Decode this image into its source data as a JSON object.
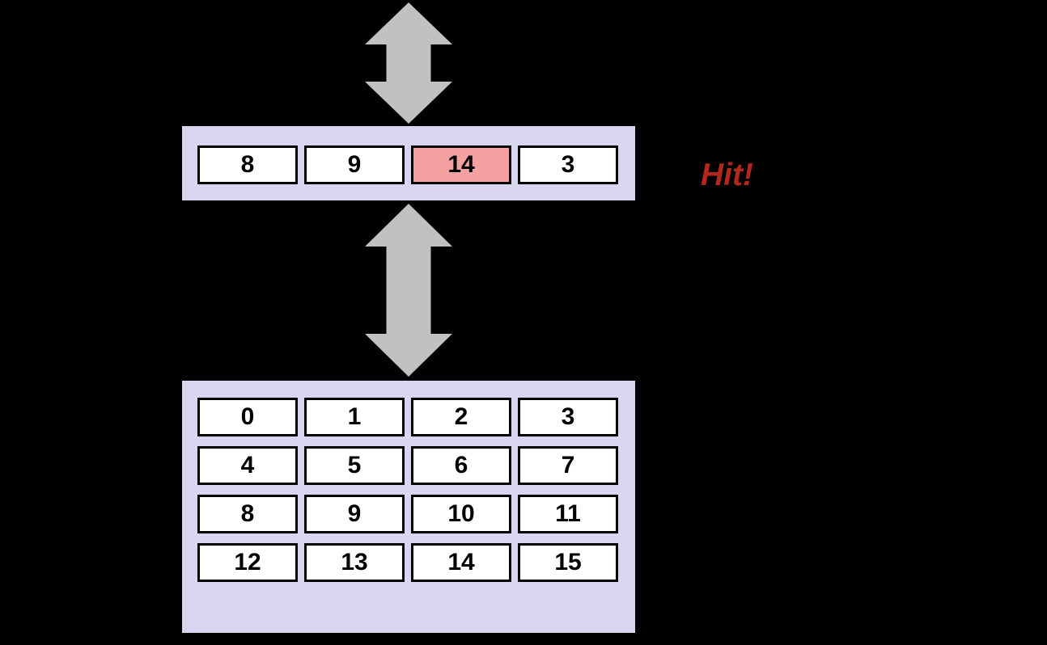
{
  "slide": {
    "background": "#000000",
    "hit": {
      "label": "Hit!",
      "color": "#b2281d"
    },
    "colors": {
      "panel": "#d7d5ef",
      "cell": "#ffffff",
      "cell_border": "#000000",
      "highlight": "#f3a2a1",
      "arrow": "#c1c1c1",
      "text": "#000000"
    },
    "icons": {
      "transfer_arrow": "double-vertical-arrow"
    },
    "cache": {
      "cells": [
        {
          "value": "8",
          "highlighted": false
        },
        {
          "value": "9",
          "highlighted": false
        },
        {
          "value": "14",
          "highlighted": true
        },
        {
          "value": "3",
          "highlighted": false
        }
      ]
    },
    "memory": {
      "cells": [
        "0",
        "1",
        "2",
        "3",
        "4",
        "5",
        "6",
        "7",
        "8",
        "9",
        "10",
        "11",
        "12",
        "13",
        "14",
        "15"
      ]
    }
  }
}
